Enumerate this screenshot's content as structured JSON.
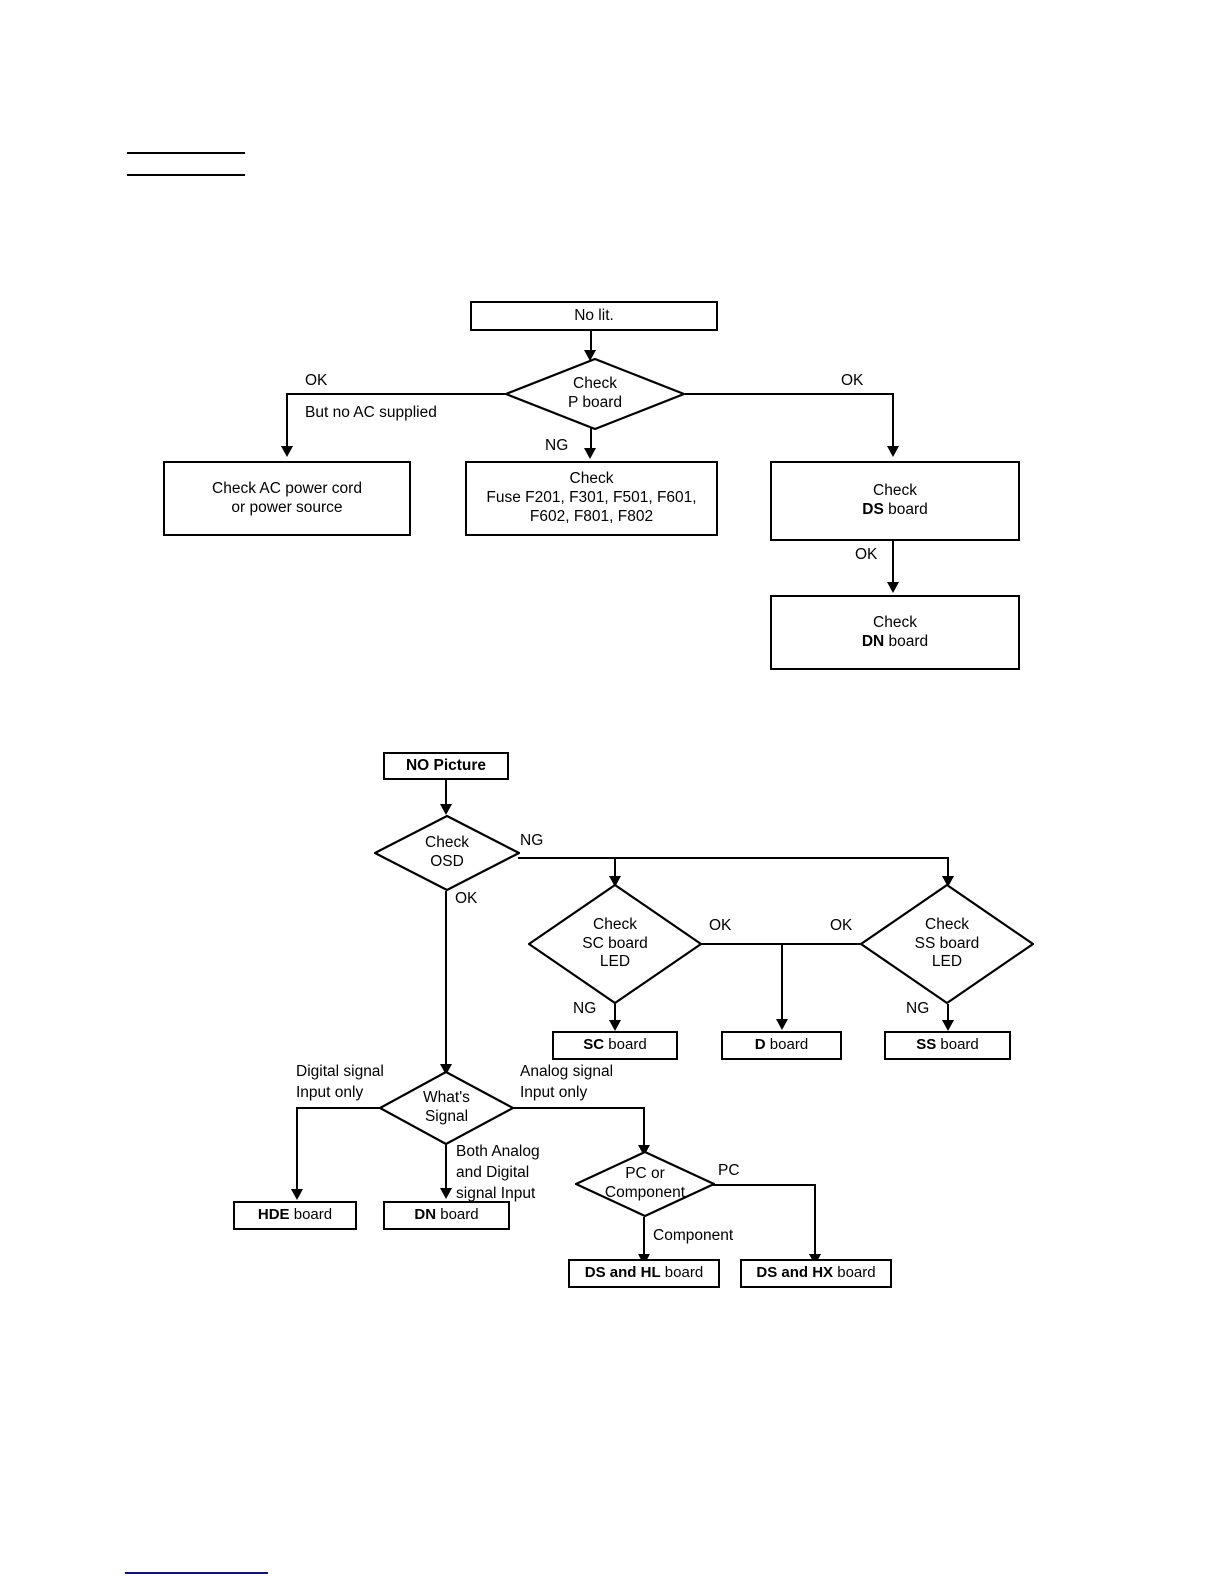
{
  "document": {
    "type": "service-manual-troubleshooting-flowcharts",
    "header_rules": 2,
    "footer_rule_color": "#13146e"
  },
  "flowchart_power": {
    "title": "No lit. power troubleshooting",
    "start": {
      "label": "No lit."
    },
    "decision_p": {
      "line1": "Check",
      "line2": "P board"
    },
    "edges": {
      "left_ok": "OK",
      "left_note": "But no AC supplied",
      "down_ng": "NG",
      "right_ok": "OK",
      "ds_to_dn_ok": "OK"
    },
    "result_ac": {
      "line1": "Check AC power cord",
      "line2": "or power source"
    },
    "result_fuse": {
      "line1": "Check",
      "line2": "Fuse  F201, F301, F501, F601,",
      "line3": "F602, F801, F802"
    },
    "result_ds": {
      "line1": "Check",
      "bold": "DS",
      "tail": " board"
    },
    "result_dn": {
      "line1": "Check",
      "bold": "DN",
      "tail": " board"
    }
  },
  "flowchart_picture": {
    "title": "NO Picture troubleshooting",
    "start": {
      "label": "NO Picture"
    },
    "decision_osd": {
      "line1": "Check",
      "line2": "OSD"
    },
    "decision_sc": {
      "line1": "Check",
      "line2": "SC board",
      "line3": "LED"
    },
    "decision_ss": {
      "line1": "Check",
      "line2": "SS board",
      "line3": "LED"
    },
    "decision_signal": {
      "line1": "What's",
      "line2": "Signal"
    },
    "decision_pc": {
      "line1": "PC or",
      "line2": "Component"
    },
    "edges": {
      "osd_ng": "NG",
      "osd_ok": "OK",
      "sc_ok": "OK",
      "ss_ok": "OK",
      "sc_ng": "NG",
      "ss_ng": "NG",
      "digital_only_l1": "Digital signal",
      "digital_only_l2": "Input only",
      "analog_only_l1": "Analog signal",
      "analog_only_l2": "Input only",
      "both_l1": "Both Analog",
      "both_l2": "and Digital",
      "both_l3": "signal Input",
      "pc": "PC",
      "component": "Component"
    },
    "result_sc": {
      "bold": "SC",
      "tail": " board"
    },
    "result_d": {
      "bold": "D",
      "tail": " board"
    },
    "result_ss": {
      "bold": "SS",
      "tail": " board"
    },
    "result_hde": {
      "bold": "HDE",
      "tail": " board"
    },
    "result_dn": {
      "bold": "DN",
      "tail": " board"
    },
    "result_ds_hl": {
      "bold": "DS and HL",
      "tail": " board"
    },
    "result_ds_hx": {
      "bold": "DS and HX",
      "tail": " board"
    }
  }
}
